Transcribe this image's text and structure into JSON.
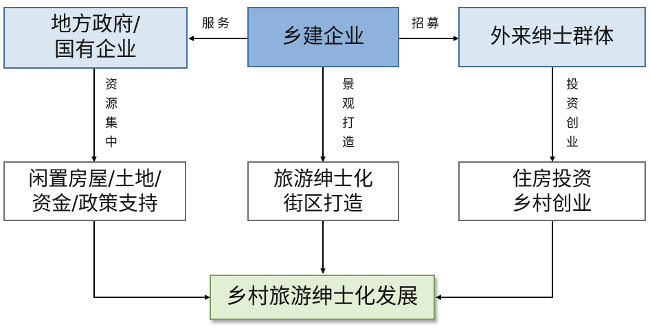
{
  "boxes": {
    "local_gov": {
      "lines": [
        "地方政府/",
        "国有企业"
      ]
    },
    "rural_enterprise": {
      "lines": [
        "乡建企业"
      ]
    },
    "gentry_group": {
      "lines": [
        "外来绅士群体"
      ]
    },
    "resources": {
      "lines": [
        "闲置房屋/土地/",
        "资金/政策支持"
      ]
    },
    "tourism_block": {
      "lines": [
        "旅游绅士化",
        "街区打造"
      ]
    },
    "housing_invest": {
      "lines": [
        "住房投资",
        "乡村创业"
      ]
    },
    "rural_tourism": {
      "lines": [
        "乡村旅游绅士化发展"
      ]
    }
  },
  "edge_labels": {
    "serve": "服务",
    "recruit": "招募",
    "resource_concentration": [
      "资",
      "源",
      "集",
      "中"
    ],
    "landscape_building": [
      "景",
      "观",
      "打",
      "造"
    ],
    "invest_startup": [
      "投",
      "资",
      "创",
      "业"
    ]
  },
  "colors": {
    "light_blue_fill": "#dbe6f3",
    "dark_blue_fill": "#8eb2dc",
    "blue_border": "#3f6fa0",
    "green_fill": "#e2efd4",
    "green_border": "#7d9c5b",
    "gray_border": "#6e6e6e",
    "connector": "#000000"
  }
}
